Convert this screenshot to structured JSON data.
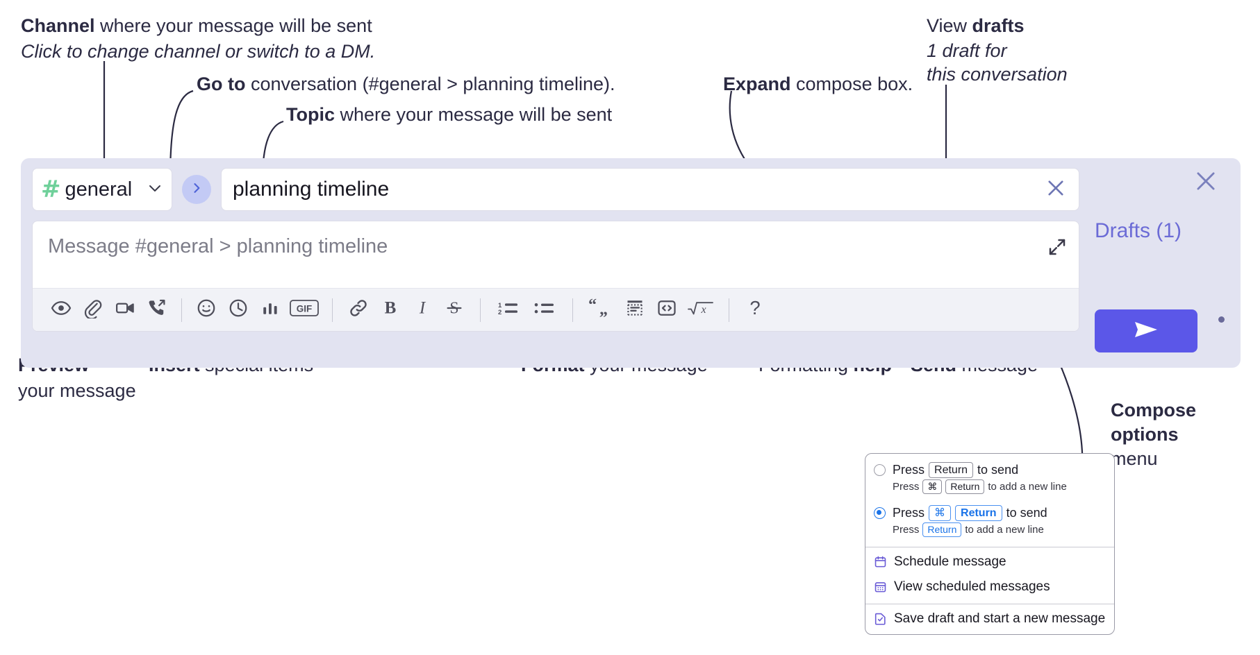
{
  "annotations": {
    "channel": {
      "bold": "Channel",
      "rest": " where your message will be sent",
      "italic": "Click to change channel or switch to a DM."
    },
    "goto": {
      "bold": "Go to",
      "rest": " conversation (#general > planning timeline)."
    },
    "topic": {
      "bold": "Topic",
      "rest": " where your message will be sent"
    },
    "expand": {
      "bold": "Expand",
      "rest": " compose box."
    },
    "drafts": {
      "plain": "View ",
      "bold": "drafts",
      "italic1": "1 draft for",
      "italic2": "this conversation"
    },
    "preview": {
      "bold": "Preview",
      "rest": "your message"
    },
    "insert": {
      "bold": "Insert",
      "rest": " special items"
    },
    "format": {
      "bold": "Format",
      "rest": " your message"
    },
    "help": {
      "plain": "Formatting ",
      "bold": "help"
    },
    "send": {
      "bold": "Send",
      "rest": " message"
    },
    "compose_options": {
      "bold1": "Compose",
      "bold2": "options",
      "rest": "menu"
    }
  },
  "compose": {
    "channel": {
      "hash": "#",
      "name": "general",
      "chevron_icon": "chevron-down-icon"
    },
    "goto_icon": "chevron-right-icon",
    "topic": {
      "value": "planning timeline",
      "clear_icon": "close-icon"
    },
    "message": {
      "placeholder": "Message #general > planning timeline",
      "expand_icon": "expand-icon"
    },
    "toolbar": [
      {
        "name": "preview-button",
        "icon": "eye-icon"
      },
      {
        "name": "attach-button",
        "icon": "paperclip-icon"
      },
      {
        "name": "video-button",
        "icon": "video-camera-icon"
      },
      {
        "name": "huddle-button",
        "icon": "phone-forward-icon"
      },
      {
        "name": "emoji-button",
        "icon": "emoji-smile-icon"
      },
      {
        "name": "reminder-button",
        "icon": "clock-icon"
      },
      {
        "name": "poll-button",
        "icon": "bar-chart-icon"
      },
      {
        "name": "gif-button",
        "icon": "gif-icon",
        "label": "GIF"
      },
      {
        "name": "link-button",
        "icon": "link-icon"
      },
      {
        "name": "bold-button",
        "icon": "bold-icon",
        "label": "B"
      },
      {
        "name": "italic-button",
        "icon": "italic-icon",
        "label": "I"
      },
      {
        "name": "strikethrough-button",
        "icon": "strikethrough-icon",
        "label": "S"
      },
      {
        "name": "ordered-list-button",
        "icon": "ordered-list-icon"
      },
      {
        "name": "bulleted-list-button",
        "icon": "bulleted-list-icon"
      },
      {
        "name": "blockquote-button",
        "icon": "quote-icon"
      },
      {
        "name": "code-block-button",
        "icon": "code-block-icon"
      },
      {
        "name": "code-snippet-button",
        "icon": "code-brackets-icon"
      },
      {
        "name": "math-button",
        "icon": "square-root-icon"
      },
      {
        "name": "formatting-help-button",
        "icon": "question-mark-icon",
        "label": "?"
      }
    ],
    "drafts_label": "Drafts (1)",
    "close_icon": "close-icon",
    "send_icon": "send-paper-plane-icon",
    "kebab_icon": "more-vertical-icon"
  },
  "popup": {
    "options": [
      {
        "selected": false,
        "main": {
          "pre": "Press",
          "key": "Return",
          "post": "to send"
        },
        "sub": {
          "pre": "Press",
          "key1": "⌘",
          "key2": "Return",
          "post": "to add a new line"
        }
      },
      {
        "selected": true,
        "main": {
          "pre": "Press",
          "key1": "⌘",
          "key2": "Return",
          "post": "to send"
        },
        "sub": {
          "pre": "Press",
          "key": "Return",
          "post": "to add a new line"
        }
      }
    ],
    "menu_items": [
      {
        "label": "Schedule message",
        "icon": "calendar-icon"
      },
      {
        "label": "View scheduled messages",
        "icon": "calendar-grid-icon"
      },
      {
        "label": "Save draft and start a new message",
        "icon": "draft-check-icon"
      }
    ]
  },
  "colors": {
    "compose_bg": "#e2e3f1",
    "send_purple": "#5b57e8",
    "drafts_purple": "#6b6bd6",
    "hash_green": "#6fd09a",
    "goto_blue": "#5b73e0",
    "accent_blue": "#1a73e8"
  }
}
